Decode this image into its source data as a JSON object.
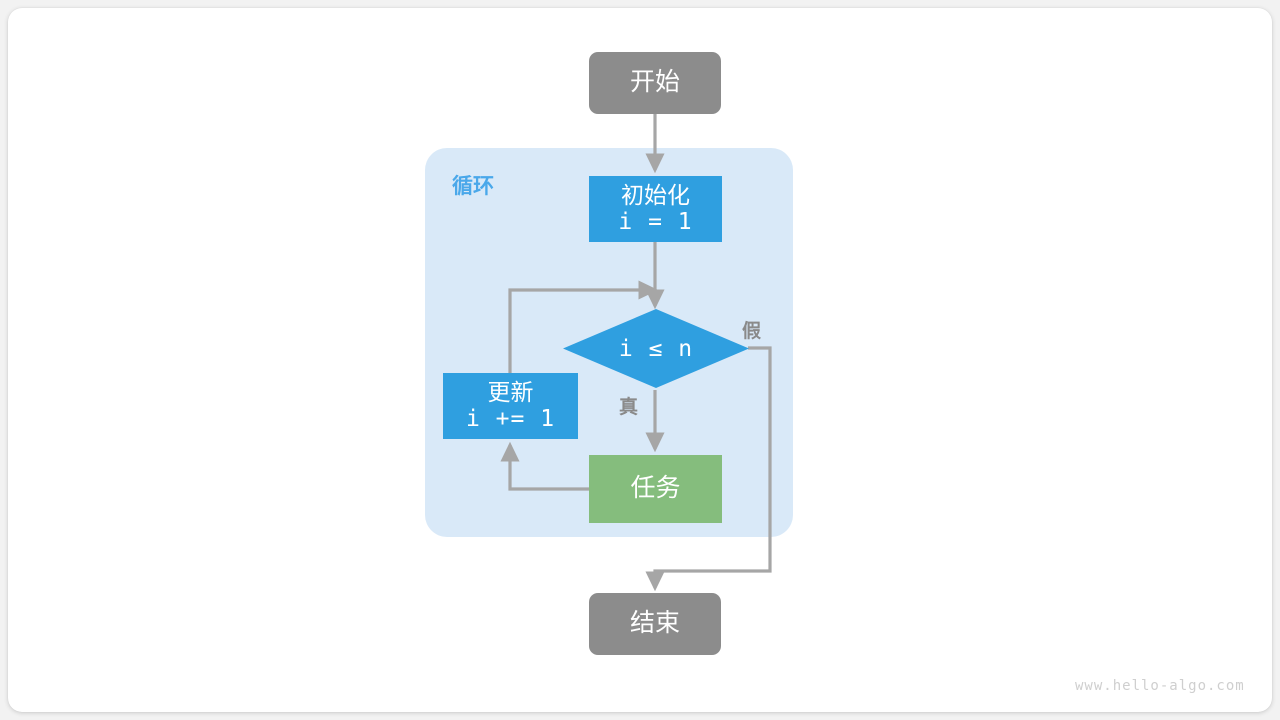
{
  "diagram": {
    "title_watermark": "www.hello-algo.com",
    "loop_region_label": "循环",
    "colors": {
      "terminal_gray": "#8c8c8c",
      "process_blue": "#2f9fe0",
      "process_green": "#85bd7d",
      "loop_background": "#d9e9f8",
      "edge_gray": "#a6a6a6",
      "loop_label_blue": "#4aa8ea",
      "edge_label_gray": "#8a8a8a",
      "watermark_gray": "#cfcfcf",
      "card_white": "#ffffff",
      "page_gray": "#f2f2f2"
    },
    "nodes": {
      "start": {
        "label": "开始",
        "shape": "terminal"
      },
      "init": {
        "label": "初始化",
        "code": "i = 1",
        "shape": "process"
      },
      "condition": {
        "label": "i ≤ n",
        "shape": "decision"
      },
      "update": {
        "label": "更新",
        "code": "i += 1",
        "shape": "process"
      },
      "task": {
        "label": "任务",
        "shape": "process"
      },
      "end": {
        "label": "结束",
        "shape": "terminal"
      }
    },
    "edge_labels": {
      "true_branch": "真",
      "false_branch": "假"
    }
  }
}
